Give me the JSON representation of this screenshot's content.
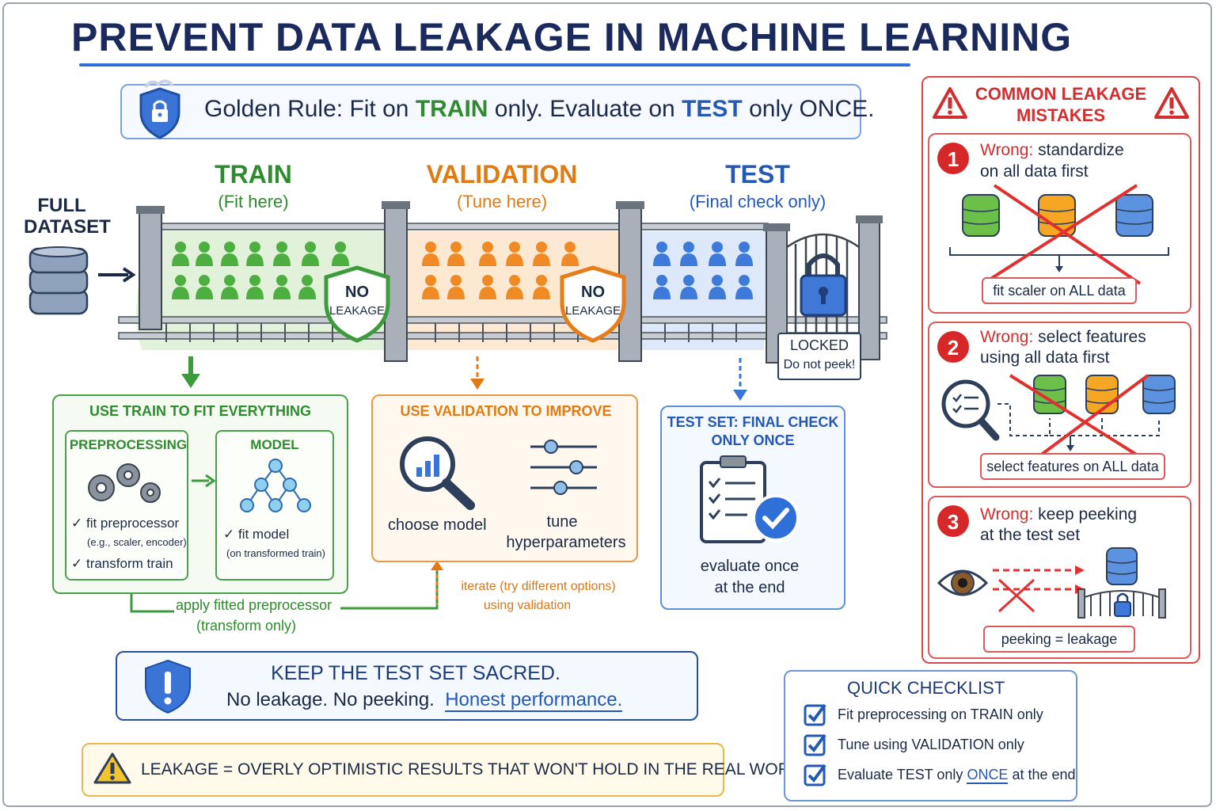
{
  "title": "PREVENT DATA LEAKAGE IN MACHINE LEARNING",
  "golden_rule": {
    "prefix": "Golden Rule:  Fit on ",
    "train": "TRAIN",
    "mid": " only.  Evaluate on ",
    "test": "TEST",
    "suffix": " only ONCE."
  },
  "full_dataset": "FULL DATASET",
  "segments": {
    "train": {
      "title": "TRAIN",
      "sub": "(Fit here)"
    },
    "validation": {
      "title": "VALIDATION",
      "sub": "(Tune here)"
    },
    "test": {
      "title": "TEST",
      "sub": "(Final check only)"
    }
  },
  "shield_label_1": "NO",
  "shield_label_2": "LEAKAGE",
  "locked": {
    "line1": "LOCKED",
    "line2": "Do not peek!"
  },
  "train_box": {
    "header": "USE TRAIN TO FIT EVERYTHING",
    "preprocessing": {
      "header": "PREPROCESSING",
      "item1": "✓ fit preprocessor",
      "item1_note": "(e.g., scaler, encoder)",
      "item2": "✓ transform train"
    },
    "model": {
      "header": "MODEL",
      "item1": "✓ fit model",
      "item1_note": "(on transformed train)"
    },
    "apply_line1": "apply fitted preprocessor",
    "apply_line2": "(transform only)"
  },
  "validation_box": {
    "header": "USE VALIDATION TO IMPROVE",
    "choose": "choose model",
    "tune_1": "tune",
    "tune_2": "hyperparameters",
    "iterate_1": "iterate (try different options)",
    "iterate_2": "using validation"
  },
  "test_box": {
    "header_1": "TEST SET: FINAL CHECK",
    "header_2": "ONLY ONCE",
    "eval_1": "evaluate once",
    "eval_2": "at the end"
  },
  "sacred": {
    "line1": "KEEP THE TEST SET SACRED.",
    "line2_a": "No leakage.  No peeking.",
    "line2_b": "Honest performance."
  },
  "leak_note": "LEAKAGE = OVERLY OPTIMISTIC RESULTS THAT WON'T HOLD IN THE REAL WORLD.",
  "mistakes": {
    "header_1": "COMMON LEAKAGE",
    "header_2": "MISTAKES",
    "items": [
      {
        "num": "1",
        "wrong": "Wrong:",
        "text_1": " standardize",
        "text_2": "on all data first",
        "label": "fit scaler on ALL data"
      },
      {
        "num": "2",
        "wrong": "Wrong:",
        "text_1": " select features",
        "text_2": "using all data first",
        "label": "select features on ALL data"
      },
      {
        "num": "3",
        "wrong": "Wrong:",
        "text_1": " keep peeking",
        "text_2": "at the test set",
        "label": "peeking = leakage"
      }
    ]
  },
  "checklist": {
    "header": "QUICK CHECKLIST",
    "items": [
      {
        "a": "Fit preprocessing on TRAIN only",
        "b": ""
      },
      {
        "a": "Tune using VALIDATION only",
        "b": ""
      },
      {
        "a": "Evaluate TEST only ",
        "b": "ONCE",
        "c": " at the end"
      }
    ]
  },
  "colors": {
    "train": "#2e8b2e",
    "validation": "#e07a12",
    "test": "#2458b5",
    "danger": "#d12f2f",
    "warning": "#e8b84a"
  }
}
